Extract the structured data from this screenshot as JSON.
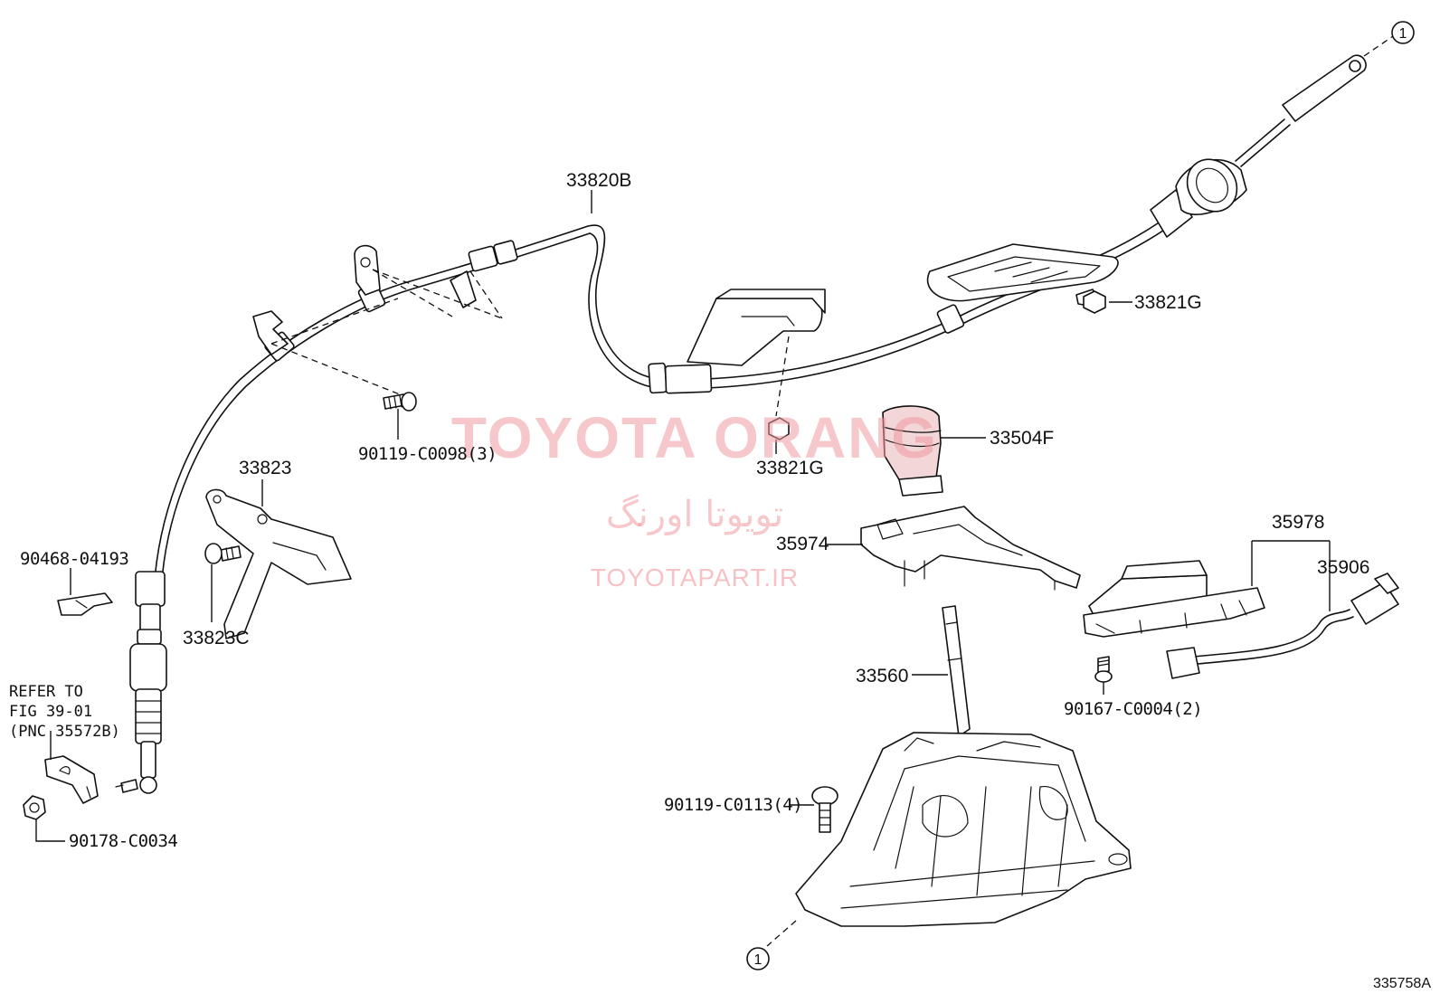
{
  "watermark": {
    "title": "TOYOTA ORANG",
    "persian": "تويوتا اورنگ",
    "url": "TOYOTAPART.IR"
  },
  "figure_code": "335758A",
  "ref_marker": "1",
  "note": {
    "line1": "REFER TO",
    "line2": "FIG 39-01",
    "line3": "(PNC 35572B)"
  },
  "labels": {
    "p33820B": "33820B",
    "p33821G_top": "33821G",
    "p33821G_mid": "33821G",
    "p33504F": "33504F",
    "p90119_C0098": "90119-C0098(3)",
    "p33823": "33823",
    "p90468": "90468-04193",
    "p33823C": "33823C",
    "p35974": "35974",
    "p35978": "35978",
    "p35906": "35906",
    "p33560": "33560",
    "p90167": "90167-C0004(2)",
    "p90119_C0113": "90119-C0113(4)",
    "p90178": "90178-C0034"
  },
  "colors": {
    "line": "#111111",
    "watermark": "#f19aa0",
    "knob_tint": "#e8b4b8"
  }
}
